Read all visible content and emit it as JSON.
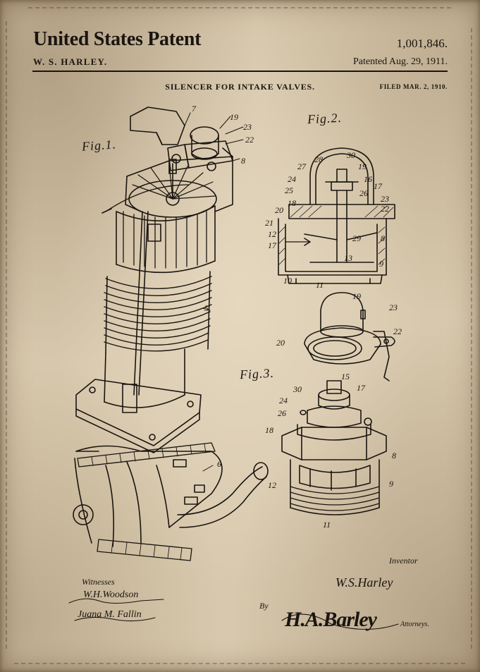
{
  "header": {
    "title": "United States Patent",
    "patent_number": "1,001,846.",
    "inventor_name": "W. S. HARLEY.",
    "patented_date": "Patented Aug. 29, 1911.",
    "subtitle": "SILENCER FOR INTAKE VALVES.",
    "filed": "FILED MAR. 2, 1910."
  },
  "figures": {
    "fig1": "Fig.1.",
    "fig2": "Fig.2.",
    "fig3": "Fig.3."
  },
  "fig1_refs": [
    "7",
    "19",
    "23",
    "22",
    "8",
    "5",
    "6"
  ],
  "fig2_refs": [
    "30",
    "28",
    "27",
    "19",
    "24",
    "16",
    "17",
    "25",
    "26",
    "18",
    "23",
    "20",
    "22",
    "21",
    "12",
    "29",
    "17",
    "8",
    "13",
    "9",
    "10",
    "11"
  ],
  "fig2b_refs": [
    "19",
    "23",
    "22",
    "20"
  ],
  "fig3_refs": [
    "15",
    "30",
    "17",
    "24",
    "26",
    "18",
    "8",
    "12",
    "9",
    "11"
  ],
  "footer": {
    "inventor_label": "Inventor",
    "inventor_signature": "W.S.Harley",
    "witnesses_label": "Witnesses",
    "witness_1": "W.H.Woodson",
    "witness_2": "Juana M. Fallin",
    "by_label": "By",
    "attorney_signature": "H.A.Barley",
    "attorneys_label": "Attorneys."
  },
  "colors": {
    "paper": "#d8c9ae",
    "ink": "#1a1510"
  }
}
